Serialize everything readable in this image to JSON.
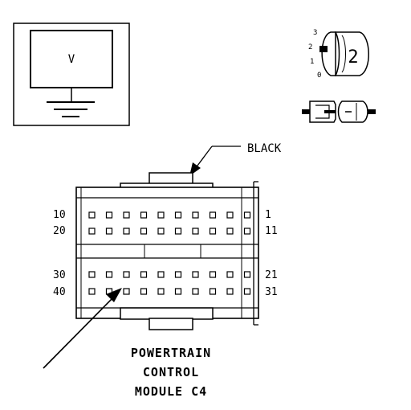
{
  "meter": {
    "label": "V"
  },
  "selector": {
    "positions": [
      "3",
      "2",
      "1",
      "0"
    ],
    "value": "2"
  },
  "connector": {
    "color_label": "BLACK",
    "row_labels": {
      "top_left": "10",
      "top_right": "1",
      "row2_left": "20",
      "row2_right": "11",
      "row3_left": "30",
      "row3_right": "21",
      "bottom_left": "40",
      "bottom_right": "31"
    },
    "title_lines": [
      "POWERTRAIN",
      "CONTROL",
      "MODULE C4"
    ]
  }
}
